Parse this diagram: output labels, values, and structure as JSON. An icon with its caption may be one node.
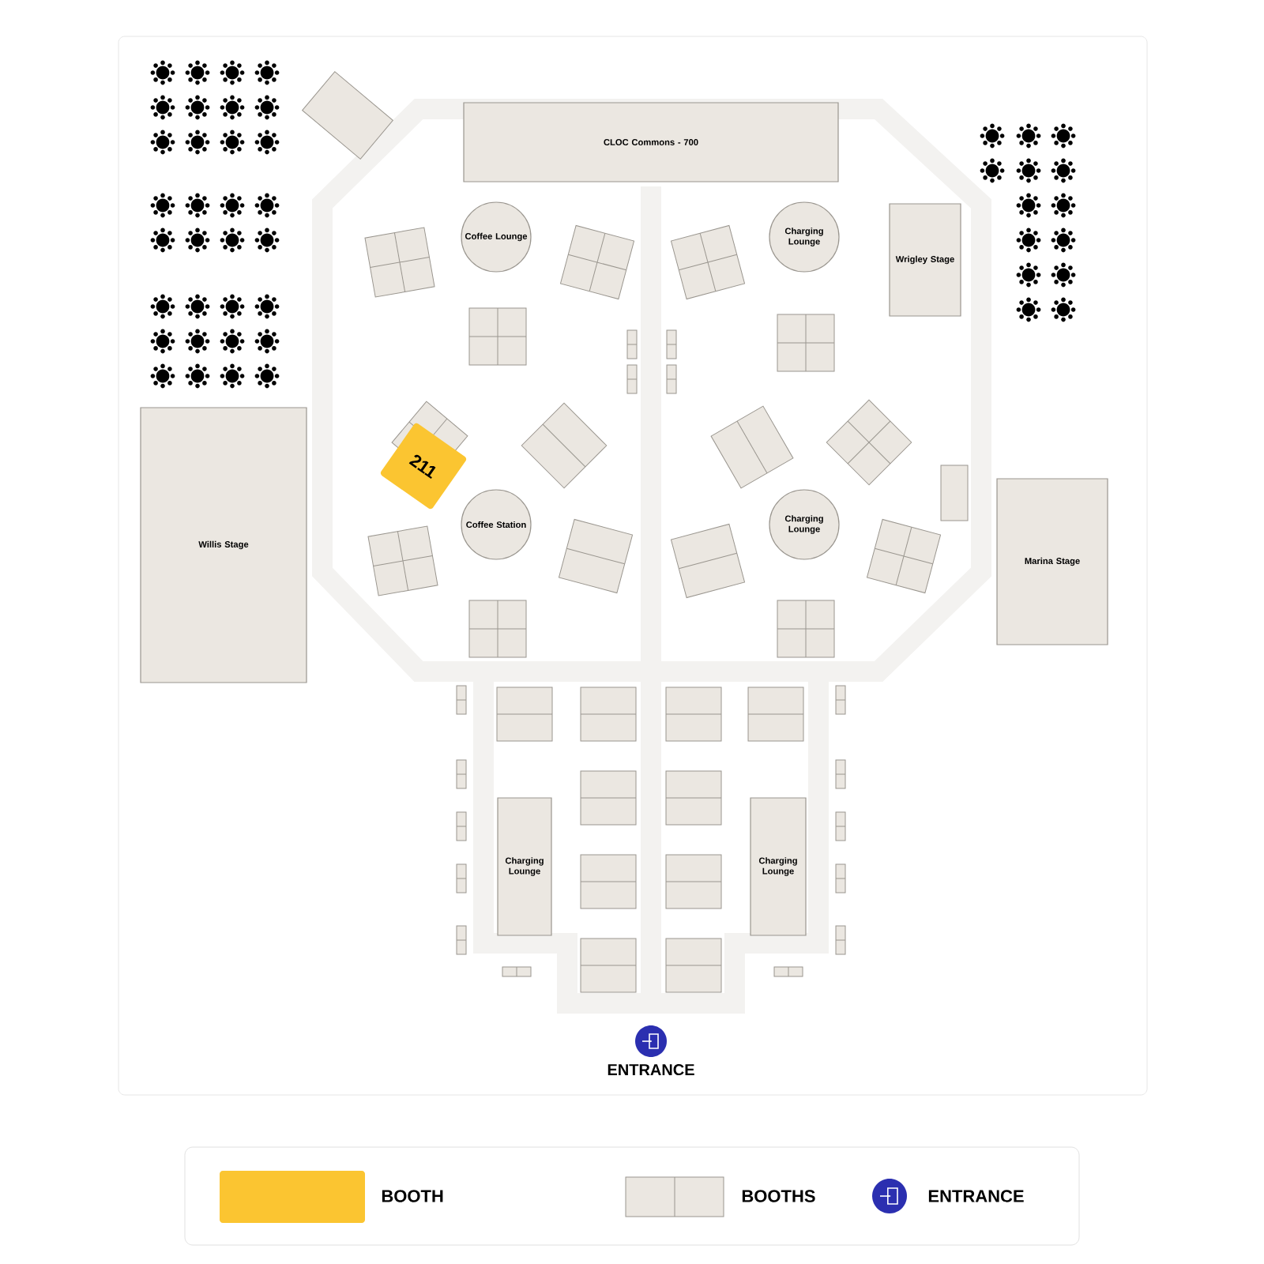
{
  "diagram": {
    "nodes": [
      {
        "text": [
          "CLOC Commons - 700"
        ]
      },
      {
        "text": [
          "Coffee Lounge"
        ]
      },
      {
        "text": [
          "Charging Lounge"
        ]
      },
      {
        "text": [
          "Wrigley Stage"
        ]
      },
      {
        "text": [
          "211"
        ]
      },
      {
        "text": [
          "Coffee Station"
        ]
      },
      {
        "text": [
          "Charging Lounge"
        ]
      },
      {
        "text": [
          "Willis Stage"
        ]
      },
      {
        "text": [
          "Marina Stage"
        ]
      },
      {
        "text": [
          "Charging Lounge"
        ]
      },
      {
        "text": [
          "Charging Lounge"
        ]
      }
    ],
    "labels": [
      "ENTRANCE"
    ],
    "legend": [
      {
        "text": "BOOTH",
        "color": "#fbc531"
      },
      {
        "text": "BOOTHS"
      },
      {
        "text": "ENTRANCE"
      }
    ]
  }
}
